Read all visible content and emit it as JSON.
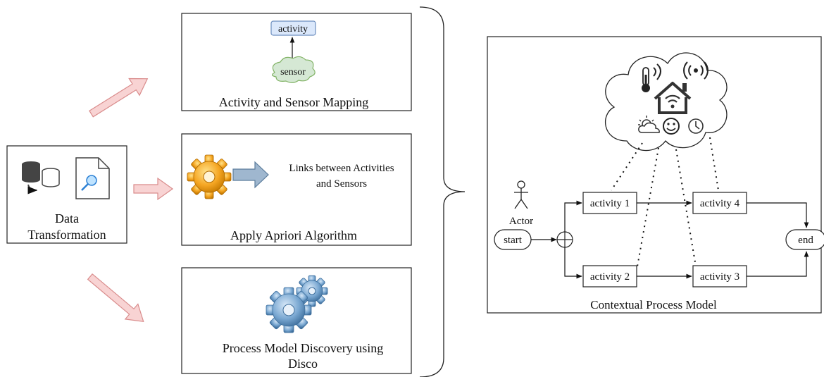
{
  "left_box": {
    "label_line1": "Data",
    "label_line2": "Transformation",
    "icons": [
      "database-icon",
      "document-search-icon"
    ]
  },
  "mapping_box": {
    "title": "Activity and Sensor Mapping",
    "activity_label": "activity",
    "sensor_label": "sensor"
  },
  "apriori_box": {
    "title": "Apply Apriori Algorithm",
    "links_line1": "Links between Activities",
    "links_line2": "and Sensors",
    "icons": [
      "gear-icon",
      "arrow-right-icon"
    ]
  },
  "disco_box": {
    "title_line1": "Process Model Discovery using",
    "title_line2": "Disco",
    "icons": [
      "gears-icon"
    ]
  },
  "process_model": {
    "caption": "Contextual Process Model",
    "actor_label": "Actor",
    "start_label": "start",
    "end_label": "end",
    "activities": [
      "activity 1",
      "activity 2",
      "activity 3",
      "activity 4"
    ],
    "context_icons": [
      "thermometer-icon",
      "wifi-signal-icon",
      "smart-home-icon",
      "weather-icon",
      "smiley-icon",
      "clock-icon"
    ]
  },
  "colors": {
    "arrow_fill": "#f8d3d3",
    "arrow_stroke": "#d98c8c",
    "activity_tag_fill": "#dbe8fb",
    "activity_tag_stroke": "#6c8ebf",
    "sensor_fill": "#d5e8d4",
    "sensor_stroke": "#82b366",
    "gear_orange": "#f5a623",
    "gear_blue": "#6f9fc9"
  }
}
